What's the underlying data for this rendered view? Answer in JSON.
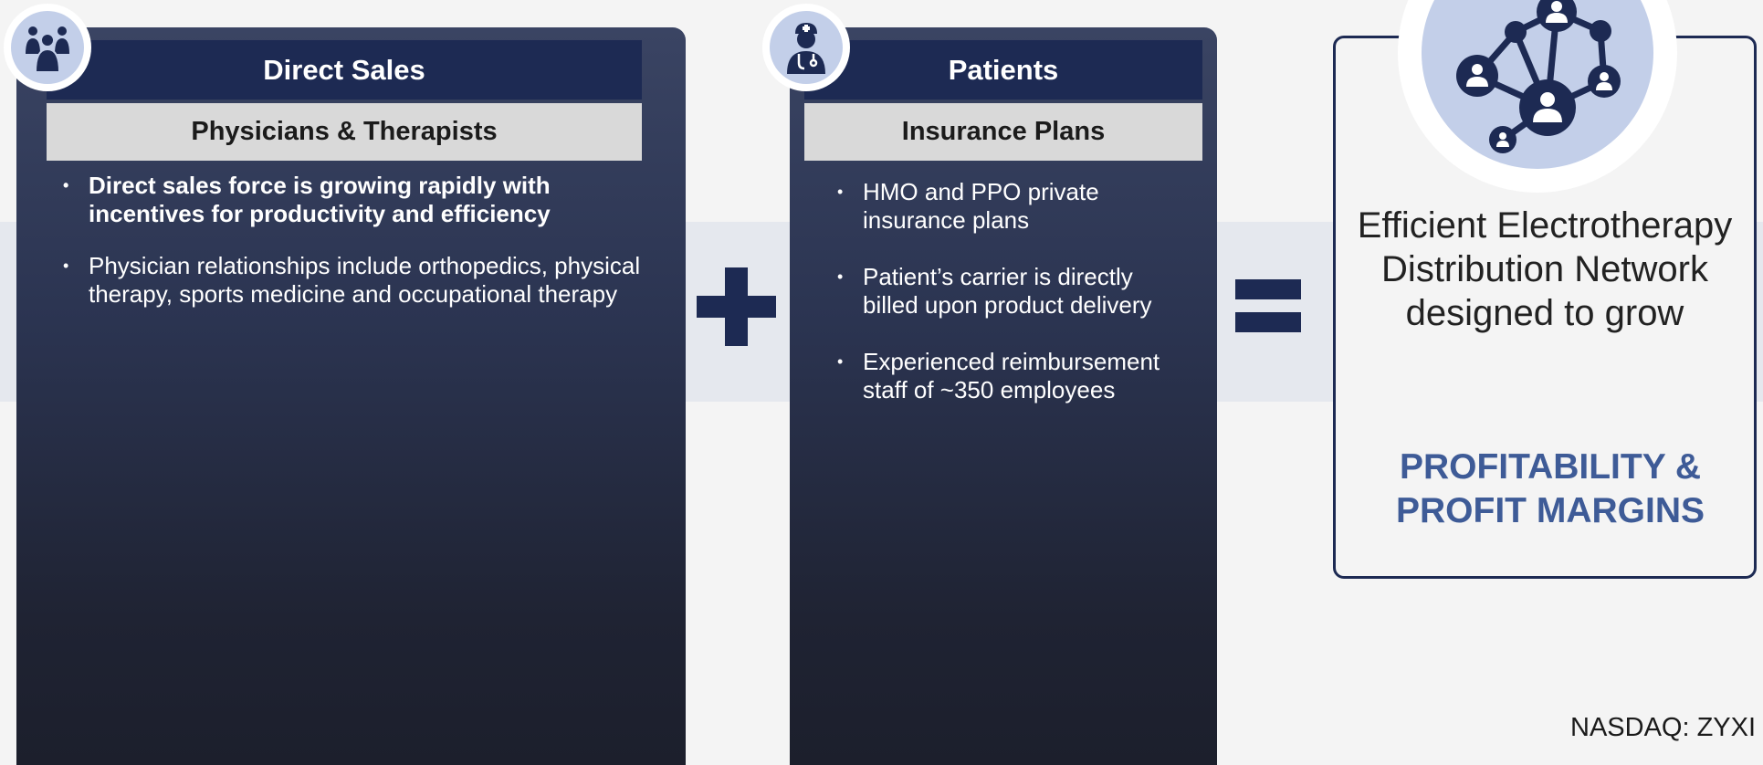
{
  "direct_sales": {
    "title": "Direct Sales",
    "subtitle": "Physicians & Therapists",
    "icon": "people-group-icon",
    "bullets": [
      "Direct sales force is growing rapidly with incentives for productivity and efficiency",
      "Physician relationships include orthopedics, physical therapy, sports medicine and occupational therapy"
    ]
  },
  "patients": {
    "title": "Patients",
    "subtitle": "Insurance Plans",
    "icon": "doctor-icon",
    "bullets": [
      "HMO and PPO private insurance plans",
      "Patient’s carrier is directly billed upon product delivery",
      "Experienced reimbursement staff of ~350 employees"
    ]
  },
  "operators": {
    "plus": "plus-icon",
    "equals": "equals-icon"
  },
  "result": {
    "icon": "network-icon",
    "text": "Efficient Electrotherapy Distribution Network designed to grow",
    "emphasis": "PROFITABILITY & PROFIT MARGINS"
  },
  "footer": {
    "ticker": "NASDAQ: ZYXI"
  },
  "colors": {
    "navy": "#1d2a53",
    "accent_blue": "#3e5b97",
    "icon_bg": "#c3cfe9",
    "subheader_gray": "#d9d9d9"
  }
}
